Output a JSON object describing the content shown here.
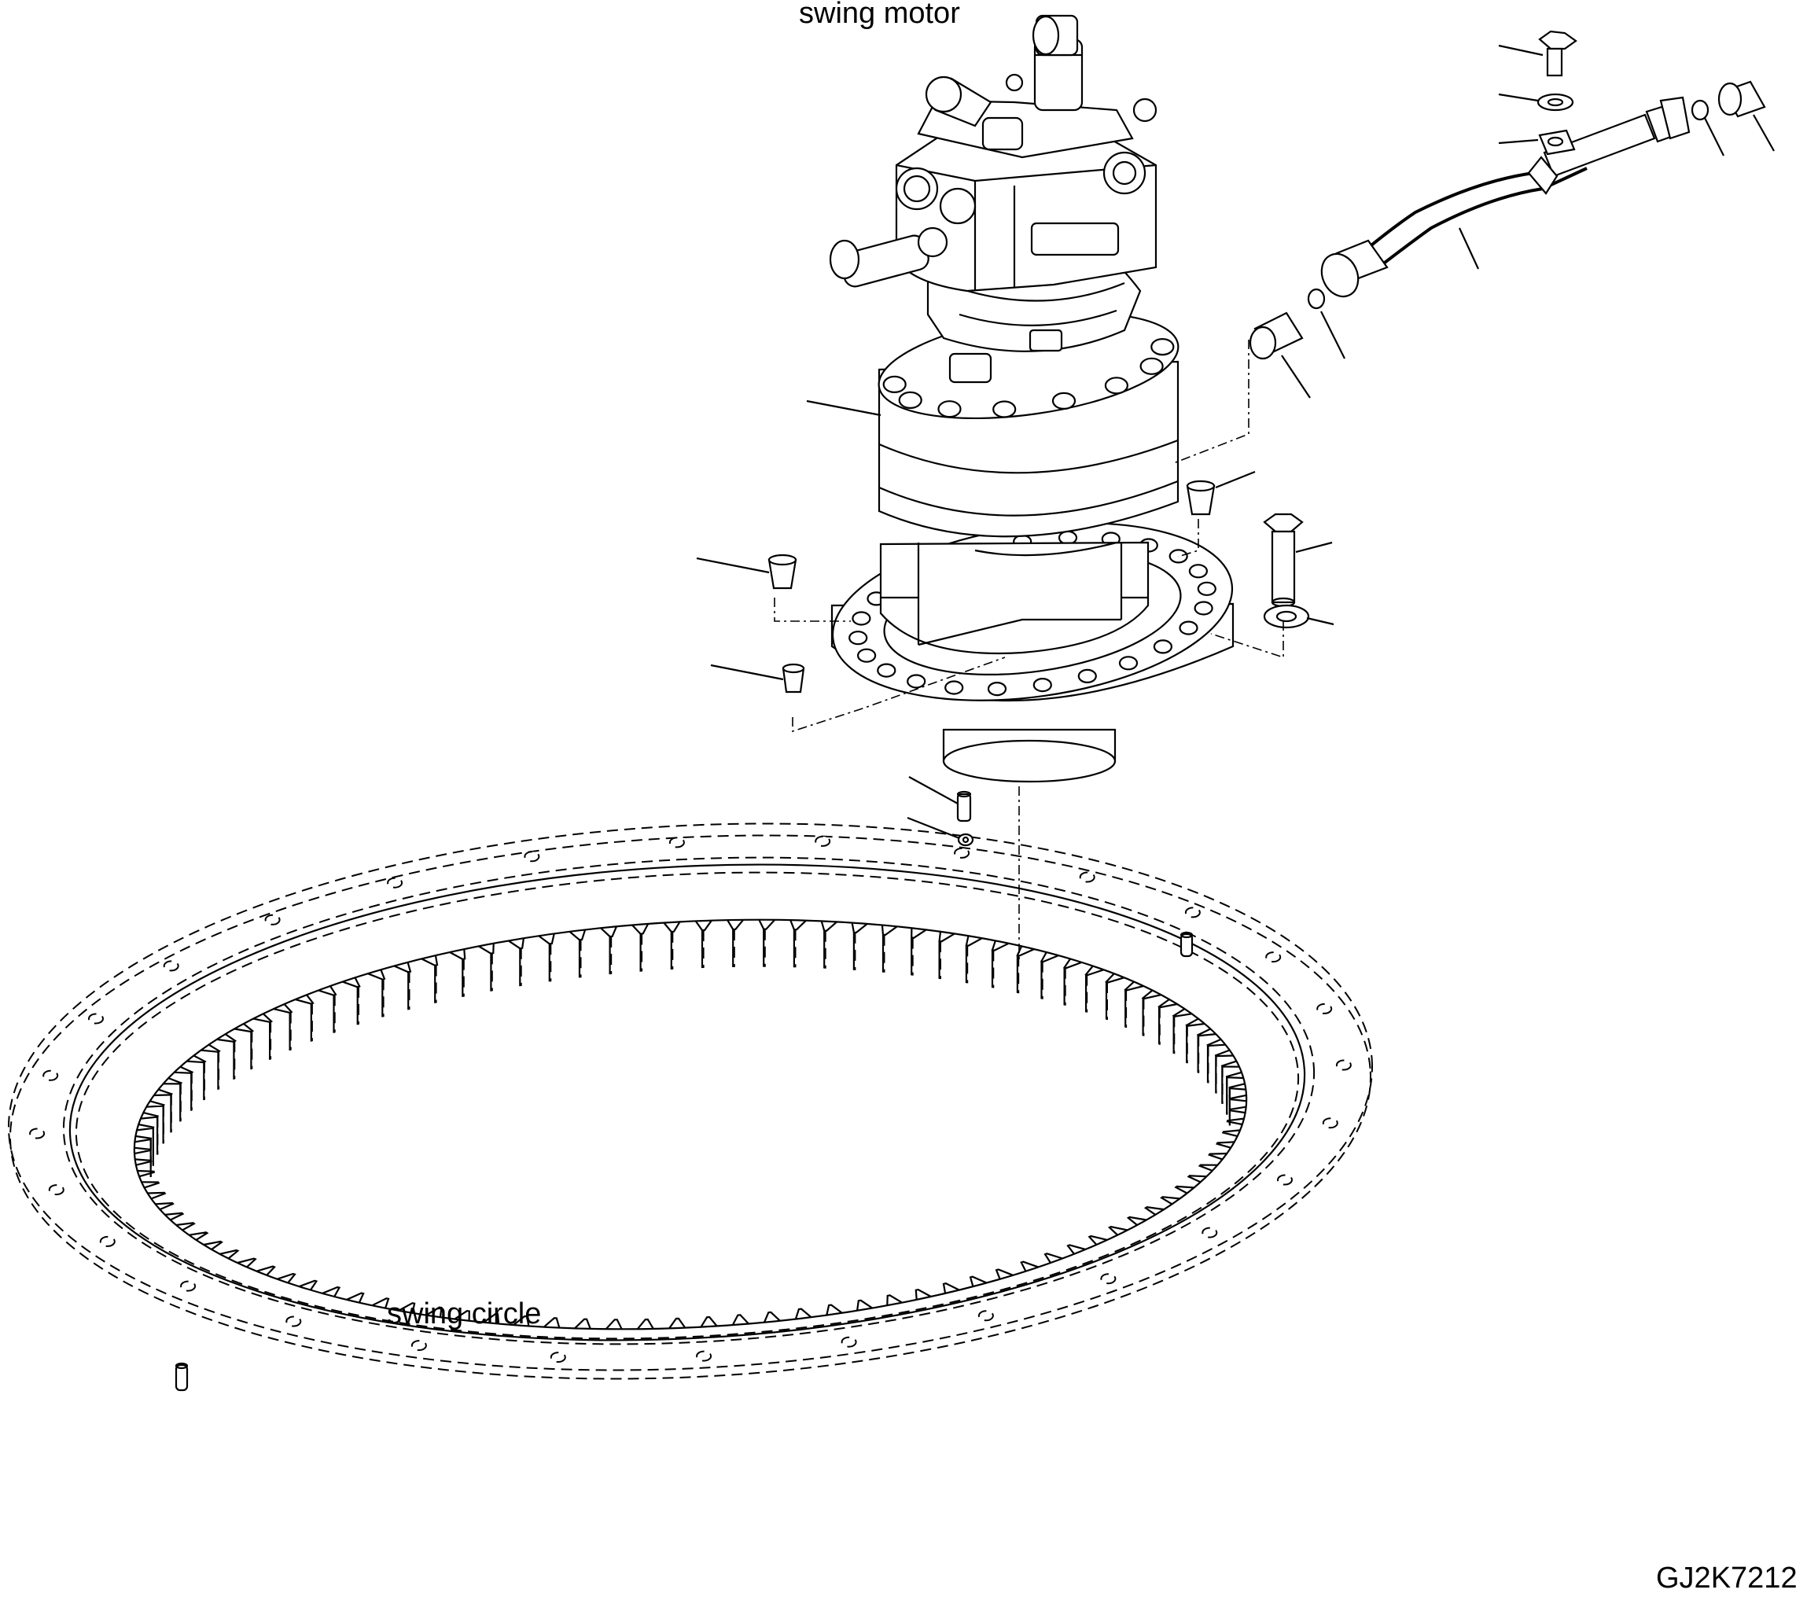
{
  "labels": {
    "swing_motor": "swing motor",
    "swing_circle": "swing circle",
    "drawing_code": "GJ2K7212"
  },
  "swing_circle": {
    "outer_bolt_holes": 28,
    "inner_gear_teeth": 110
  }
}
